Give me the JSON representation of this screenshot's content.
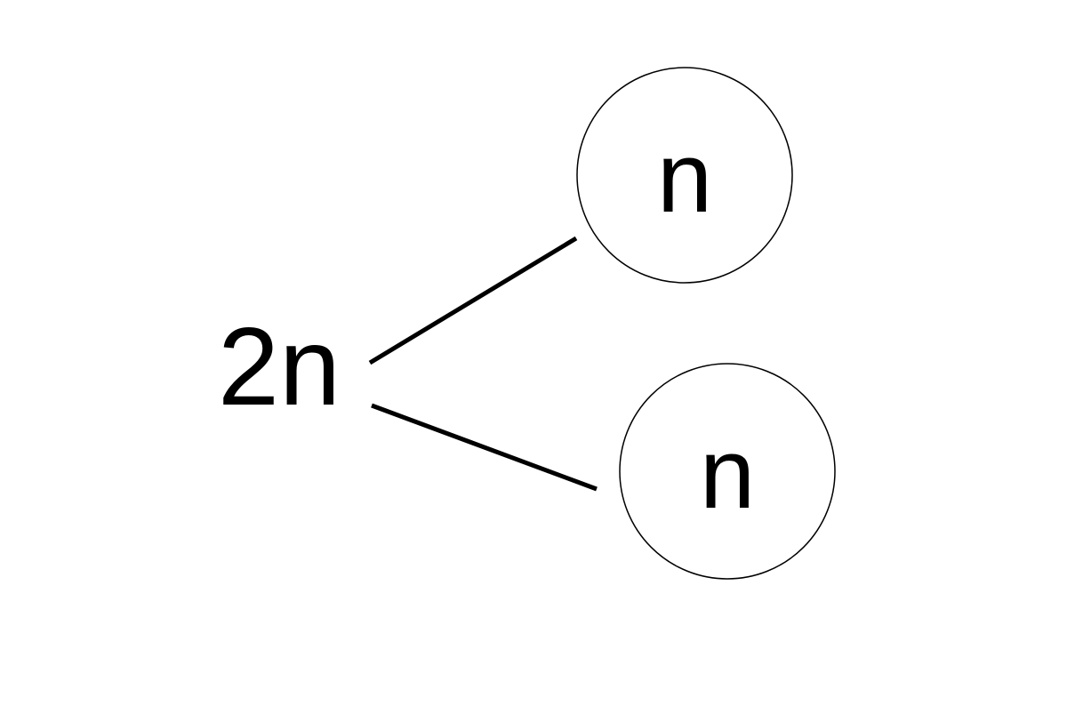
{
  "diagram": {
    "root": {
      "label": "2n"
    },
    "children": [
      {
        "label": "n"
      },
      {
        "label": "n"
      }
    ]
  },
  "colors": {
    "stroke": "#000000",
    "background": "#ffffff"
  }
}
